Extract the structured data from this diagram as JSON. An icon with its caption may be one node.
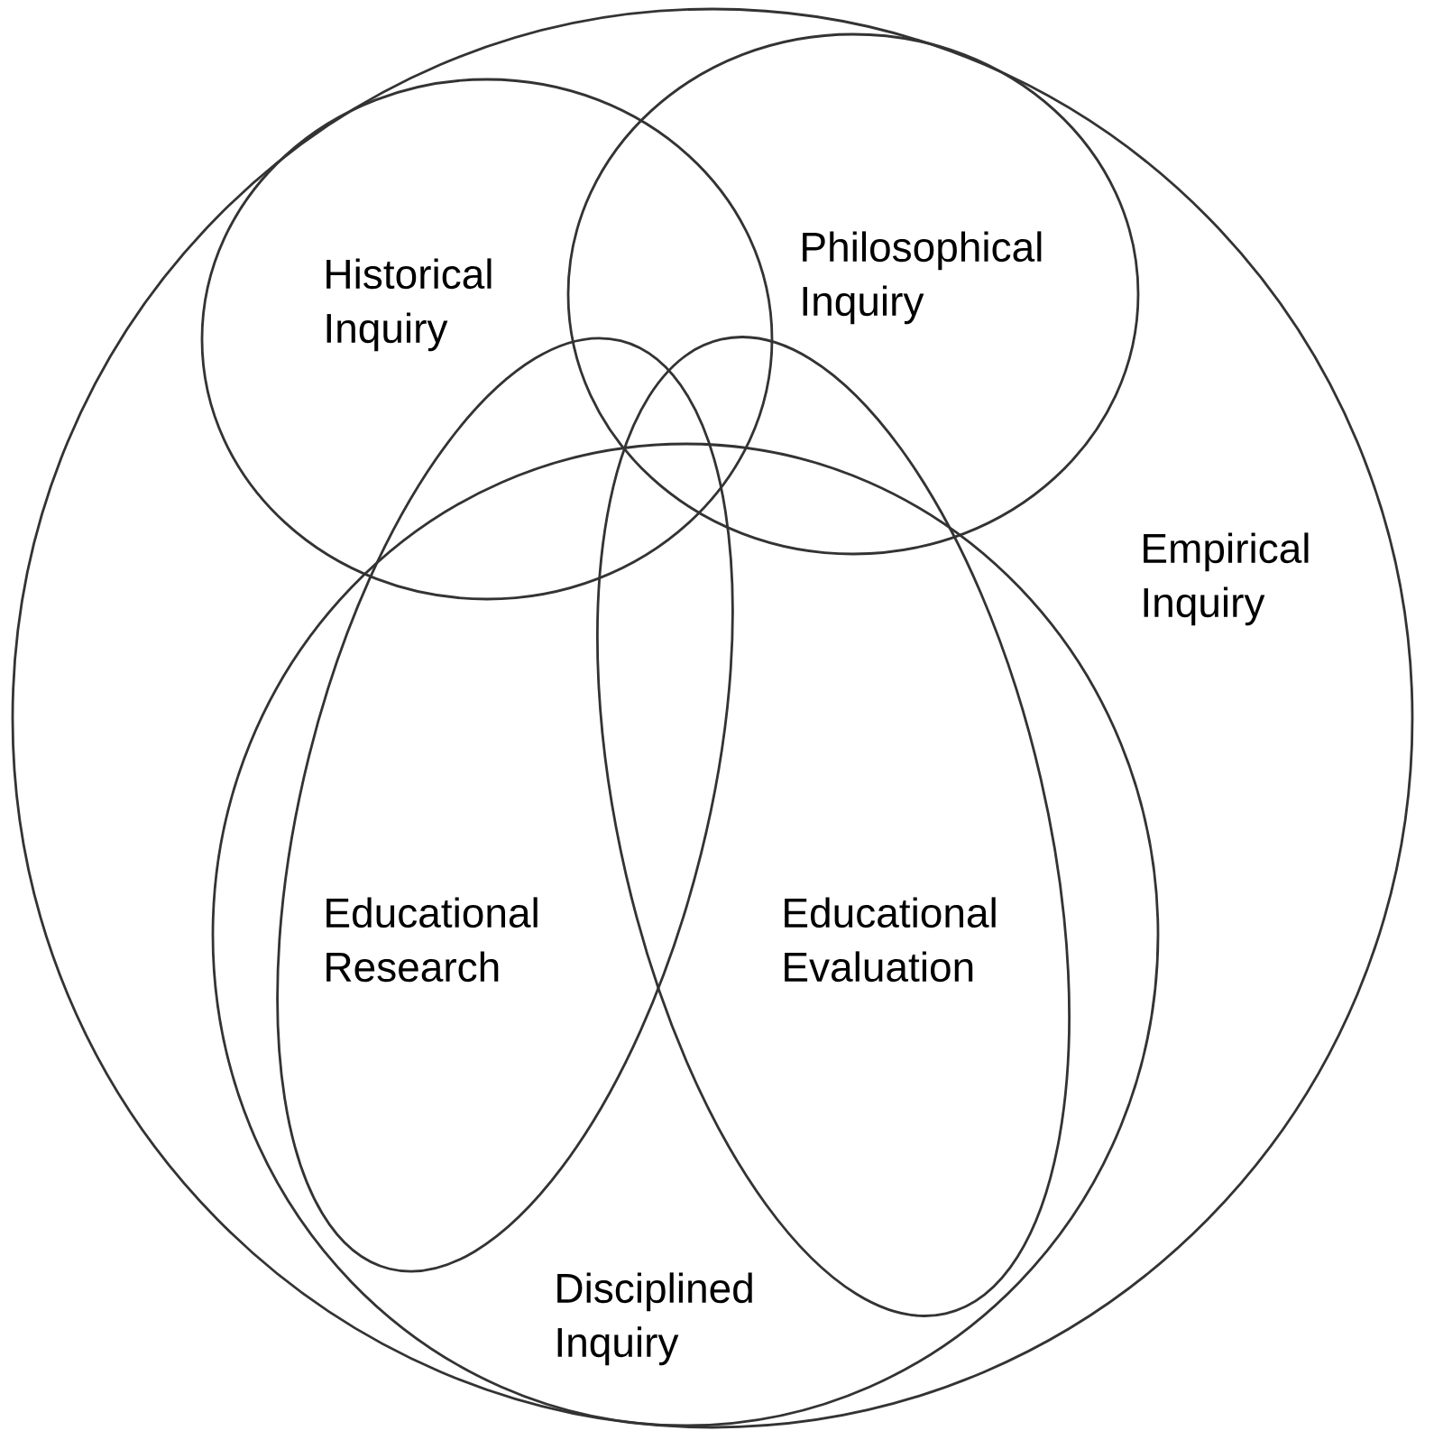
{
  "diagram": {
    "nodes": [
      {
        "text": [
          "Empirical Inquiry"
        ]
      },
      {
        "text": [
          "Historical Inquiry"
        ],
        "in": 0
      },
      {
        "text": [
          "Philosophical Inquiry"
        ],
        "in": 0
      },
      {
        "text": [
          "Educational Research"
        ],
        "in": 0
      },
      {
        "text": [
          "Educational Evaluation"
        ],
        "in": 0
      },
      {
        "text": [
          "Disciplined Inquiry"
        ],
        "in": 0
      }
    ]
  }
}
